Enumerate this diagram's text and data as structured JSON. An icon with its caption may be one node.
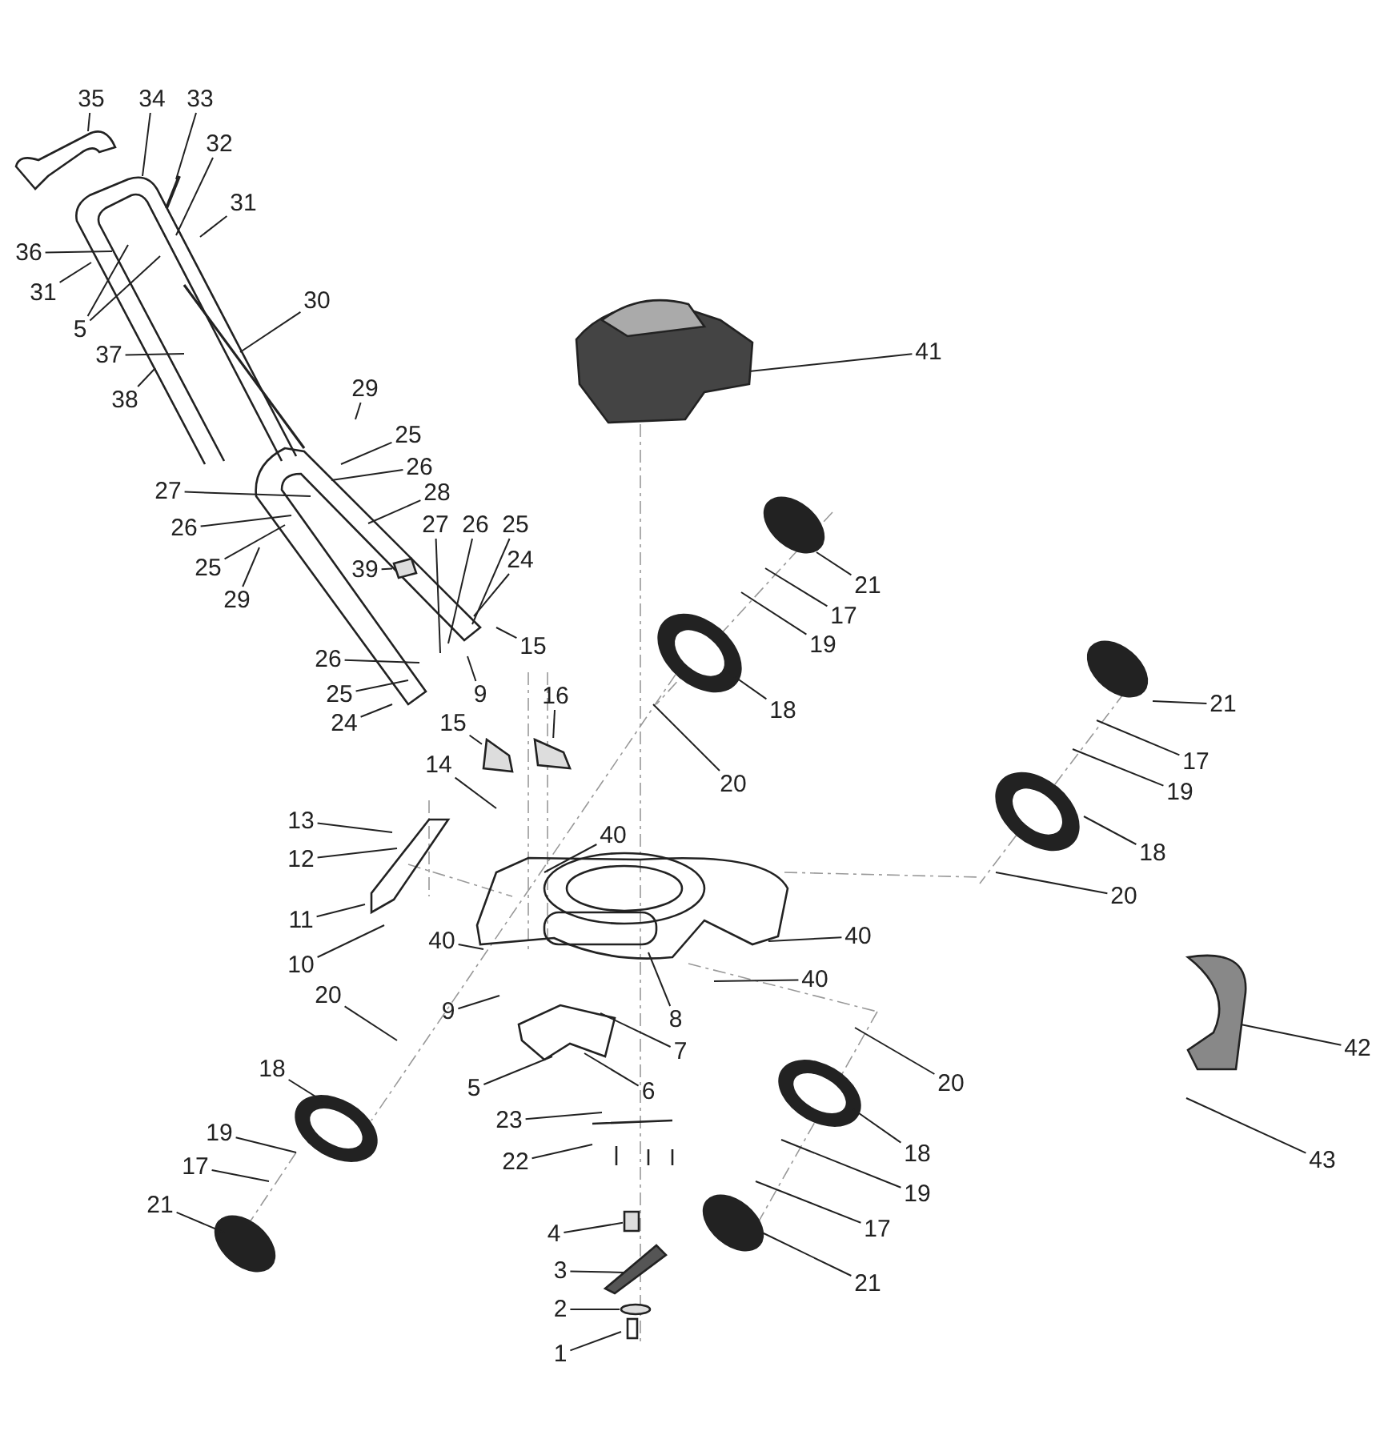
{
  "diagram": {
    "nodes": [
      {
        "text": [
          "35"
        ]
      },
      {
        "text": [
          "34"
        ]
      },
      {
        "text": [
          "33"
        ]
      },
      {
        "text": [
          "32"
        ]
      },
      {
        "text": [
          "31"
        ]
      },
      {
        "text": [
          "36"
        ]
      },
      {
        "text": [
          "31"
        ]
      },
      {
        "text": [
          "5"
        ]
      },
      {
        "text": [
          "30"
        ]
      },
      {
        "text": [
          "37"
        ]
      },
      {
        "text": [
          "38"
        ]
      },
      {
        "text": [
          "29"
        ]
      },
      {
        "text": [
          "25"
        ]
      },
      {
        "text": [
          "26"
        ]
      },
      {
        "text": [
          "27"
        ]
      },
      {
        "text": [
          "28"
        ]
      },
      {
        "text": [
          "27"
        ]
      },
      {
        "text": [
          "26"
        ]
      },
      {
        "text": [
          "25"
        ]
      },
      {
        "text": [
          "26"
        ]
      },
      {
        "text": [
          "24"
        ]
      },
      {
        "text": [
          "25"
        ]
      },
      {
        "text": [
          "29"
        ]
      },
      {
        "text": [
          "39"
        ]
      },
      {
        "text": [
          "15"
        ]
      },
      {
        "text": [
          "26"
        ]
      },
      {
        "text": [
          "25"
        ]
      },
      {
        "text": [
          "9"
        ]
      },
      {
        "text": [
          "24"
        ]
      },
      {
        "text": [
          "15"
        ]
      },
      {
        "text": [
          "16"
        ]
      },
      {
        "text": [
          "14"
        ]
      },
      {
        "text": [
          "13"
        ]
      },
      {
        "text": [
          "12"
        ]
      },
      {
        "text": [
          "11"
        ]
      },
      {
        "text": [
          "10"
        ]
      },
      {
        "text": [
          "41"
        ]
      },
      {
        "text": [
          "21"
        ]
      },
      {
        "text": [
          "17"
        ]
      },
      {
        "text": [
          "19"
        ]
      },
      {
        "text": [
          "18"
        ]
      },
      {
        "text": [
          "20"
        ]
      },
      {
        "text": [
          "21"
        ]
      },
      {
        "text": [
          "17"
        ]
      },
      {
        "text": [
          "19"
        ]
      },
      {
        "text": [
          "18"
        ]
      },
      {
        "text": [
          "20"
        ]
      },
      {
        "text": [
          "40"
        ]
      },
      {
        "text": [
          "40"
        ]
      },
      {
        "text": [
          "40"
        ]
      },
      {
        "text": [
          "40"
        ]
      },
      {
        "text": [
          "8"
        ]
      },
      {
        "text": [
          "9"
        ]
      },
      {
        "text": [
          "7"
        ]
      },
      {
        "text": [
          "5"
        ]
      },
      {
        "text": [
          "6"
        ]
      },
      {
        "text": [
          "20"
        ]
      },
      {
        "text": [
          "18"
        ]
      },
      {
        "text": [
          "19"
        ]
      },
      {
        "text": [
          "17"
        ]
      },
      {
        "text": [
          "21"
        ]
      },
      {
        "text": [
          "23"
        ]
      },
      {
        "text": [
          "22"
        ]
      },
      {
        "text": [
          "4"
        ]
      },
      {
        "text": [
          "3"
        ]
      },
      {
        "text": [
          "2"
        ]
      },
      {
        "text": [
          "1"
        ]
      },
      {
        "text": [
          "20"
        ]
      },
      {
        "text": [
          "18"
        ]
      },
      {
        "text": [
          "19"
        ]
      },
      {
        "text": [
          "17"
        ]
      },
      {
        "text": [
          "21"
        ]
      },
      {
        "text": [
          "42"
        ]
      },
      {
        "text": [
          "43"
        ]
      },
      {
        "text": [],
        "shape": "box"
      },
      {
        "text": [],
        "shape": "box"
      },
      {
        "text": [],
        "shape": "box"
      },
      {
        "text": [],
        "shape": "box"
      },
      {
        "text": [],
        "shape": "circle"
      }
    ],
    "edges": [
      {
        "from": 0,
        "to": null,
        "arrow": "none"
      },
      {
        "from": 1,
        "to": null,
        "arrow": "none"
      },
      {
        "from": 2,
        "to": null,
        "arrow": "none"
      },
      {
        "from": 3,
        "to": null,
        "arrow": "none"
      },
      {
        "from": 4,
        "to": null,
        "arrow": "none"
      },
      {
        "from": 5,
        "to": null,
        "arrow": "none"
      },
      {
        "from": 6,
        "to": null,
        "arrow": "none"
      },
      {
        "from": 7,
        "to": null,
        "arrow": "none"
      },
      {
        "from": 7,
        "to": null,
        "arrow": "none"
      },
      {
        "from": 8,
        "to": null,
        "arrow": "none"
      },
      {
        "from": 9,
        "to": null,
        "arrow": "none"
      },
      {
        "from": 10,
        "to": null,
        "arrow": "none"
      },
      {
        "from": 11,
        "to": null,
        "arrow": "none"
      },
      {
        "from": 12,
        "to": null,
        "arrow": "none"
      },
      {
        "from": 13,
        "to": null,
        "arrow": "none"
      },
      {
        "from": 14,
        "to": null,
        "arrow": "none"
      },
      {
        "from": 15,
        "to": null,
        "arrow": "none"
      },
      {
        "from": 16,
        "to": null,
        "arrow": "none"
      },
      {
        "from": 17,
        "to": null,
        "arrow": "none"
      },
      {
        "from": 18,
        "to": null,
        "arrow": "none"
      },
      {
        "from": 19,
        "to": null,
        "arrow": "none"
      },
      {
        "from": 20,
        "to": null,
        "arrow": "none"
      },
      {
        "from": 21,
        "to": null,
        "arrow": "none"
      },
      {
        "from": 22,
        "to": null,
        "arrow": "none"
      },
      {
        "from": 23,
        "to": 74,
        "arrow": "none"
      },
      {
        "from": 24,
        "to": null,
        "arrow": "none"
      },
      {
        "from": 25,
        "to": null,
        "arrow": "none"
      },
      {
        "from": 26,
        "to": null,
        "arrow": "none"
      },
      {
        "from": 27,
        "to": null,
        "arrow": "none"
      },
      {
        "from": 28,
        "to": null,
        "arrow": "none"
      },
      {
        "from": 29,
        "to": 75,
        "arrow": "none"
      },
      {
        "from": 30,
        "to": 76,
        "arrow": "none"
      },
      {
        "from": 31,
        "to": null,
        "arrow": "none"
      },
      {
        "from": 32,
        "to": null,
        "arrow": "none"
      },
      {
        "from": 33,
        "to": null,
        "arrow": "none"
      },
      {
        "from": 34,
        "to": null,
        "arrow": "none"
      },
      {
        "from": 35,
        "to": null,
        "arrow": "none"
      },
      {
        "from": 36,
        "to": null,
        "arrow": "none"
      },
      {
        "from": 37,
        "to": null,
        "arrow": "none"
      },
      {
        "from": 38,
        "to": null,
        "arrow": "none"
      },
      {
        "from": 39,
        "to": null,
        "arrow": "none"
      },
      {
        "from": 40,
        "to": null,
        "arrow": "none"
      },
      {
        "from": 41,
        "to": null,
        "arrow": "none"
      },
      {
        "from": 42,
        "to": null,
        "arrow": "none"
      },
      {
        "from": 43,
        "to": null,
        "arrow": "none"
      },
      {
        "from": 44,
        "to": null,
        "arrow": "none"
      },
      {
        "from": 45,
        "to": null,
        "arrow": "none"
      },
      {
        "from": 46,
        "to": null,
        "arrow": "none"
      },
      {
        "from": 47,
        "to": null,
        "arrow": "none"
      },
      {
        "from": 48,
        "to": null,
        "arrow": "none"
      },
      {
        "from": 49,
        "to": null,
        "arrow": "none"
      },
      {
        "from": 50,
        "to": null,
        "arrow": "none"
      },
      {
        "from": 51,
        "to": null,
        "arrow": "none"
      },
      {
        "from": 52,
        "to": null,
        "arrow": "none"
      },
      {
        "from": 53,
        "to": null,
        "arrow": "none"
      },
      {
        "from": 54,
        "to": null,
        "arrow": "none"
      },
      {
        "from": 55,
        "to": null,
        "arrow": "none"
      },
      {
        "from": 56,
        "to": null,
        "arrow": "none"
      },
      {
        "from": 57,
        "to": null,
        "arrow": "none"
      },
      {
        "from": 58,
        "to": null,
        "arrow": "none"
      },
      {
        "from": 59,
        "to": null,
        "arrow": "none"
      },
      {
        "from": 60,
        "to": null,
        "arrow": "none"
      },
      {
        "from": 61,
        "to": null,
        "arrow": "none"
      },
      {
        "from": 62,
        "to": null,
        "arrow": "none"
      },
      {
        "from": 63,
        "to": 77,
        "arrow": "none"
      },
      {
        "from": 64,
        "to": null,
        "arrow": "none"
      },
      {
        "from": 65,
        "to": 78,
        "arrow": "none"
      },
      {
        "from": 66,
        "to": null,
        "arrow": "none"
      },
      {
        "from": 67,
        "to": null,
        "arrow": "none"
      },
      {
        "from": 68,
        "to": null,
        "arrow": "none"
      },
      {
        "from": 69,
        "to": null,
        "arrow": "none"
      },
      {
        "from": 70,
        "to": null,
        "arrow": "none"
      },
      {
        "from": 71,
        "to": null,
        "arrow": "none"
      },
      {
        "from": 72,
        "to": null,
        "arrow": "none"
      },
      {
        "from": 73,
        "to": null,
        "arrow": "none"
      }
    ]
  }
}
